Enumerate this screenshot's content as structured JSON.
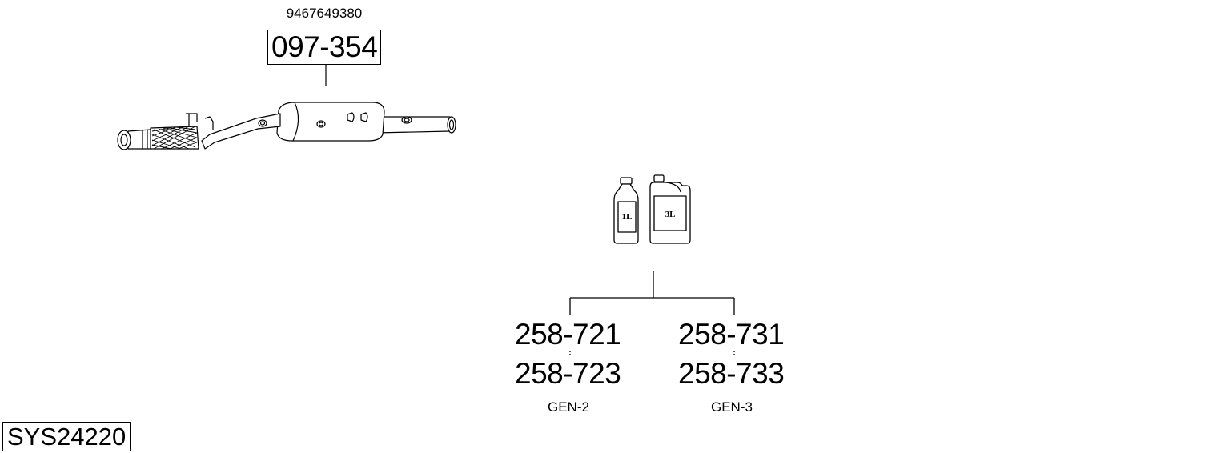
{
  "oem_number": "9467649380",
  "part": {
    "number": "097-354"
  },
  "fluid": {
    "bottle_small_label": "1L",
    "bottle_large_label": "3L",
    "options": [
      {
        "code_top": "258-721",
        "code_bottom": "258-723",
        "generation": "GEN-2"
      },
      {
        "code_top": "258-731",
        "code_bottom": "258-733",
        "generation": "GEN-3"
      }
    ]
  },
  "system_number": "SYS24220"
}
